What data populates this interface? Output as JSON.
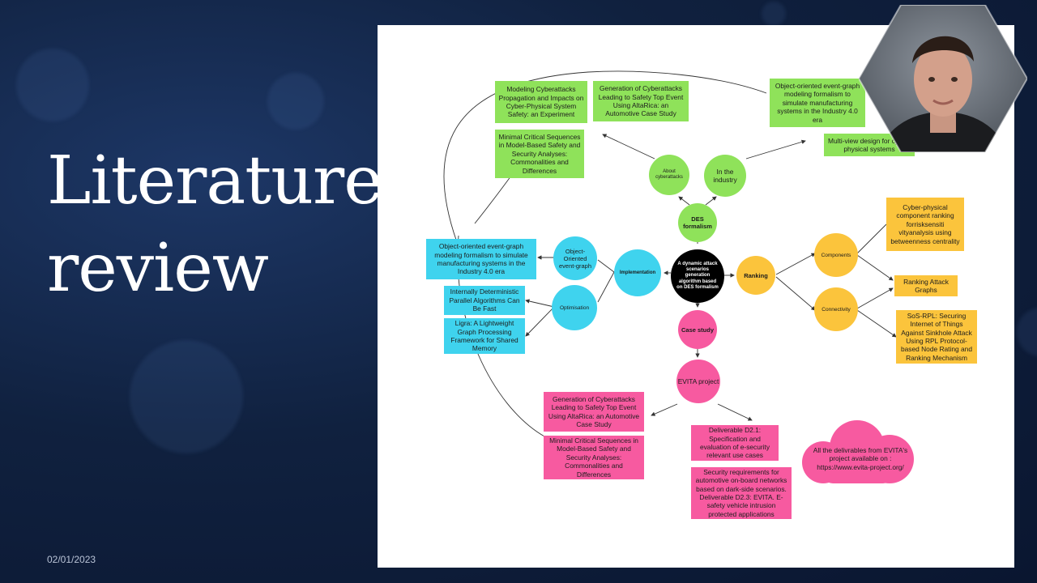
{
  "slide": {
    "title_line1": "Literature",
    "title_line2": "review",
    "date": "02/01/2023"
  },
  "colors": {
    "background": "#10213f",
    "green": "#8fe25a",
    "cyan": "#3fd3ee",
    "yellow": "#fbc43c",
    "pink": "#f75aa0",
    "center": "#000000"
  },
  "mindmap": {
    "center": "A dynamic attack scenarios generation algorithm based on DES formalism",
    "branches": {
      "des": {
        "label": "DES formalism",
        "about": "About cyberattacks",
        "industry": "In the industry",
        "about_boxes": [
          "Modeling Cyberattacks Propagation and Impacts on Cyber-Physical System Safety: an Experiment",
          "Generation of Cyberattacks Leading to Safety Top Event Using AltaRica: an Automotive Case Study",
          "Minimal Critical Sequences in Model-Based Safety and Security Analyses: Commonalities and Differences"
        ],
        "industry_boxes": [
          "Object-oriented event-graph modeling formalism to simulate manufacturing systems in the Industry 4.0 era",
          "Multi-view design for cyber-physical systems"
        ]
      },
      "implementation": {
        "label": "Implementation",
        "oo": "Object-Oriented event-graph",
        "opt": "Optimisation",
        "oo_box": "Object-oriented event-graph modeling formalism to simulate manufacturing systems in the Industry 4.0 era",
        "opt_boxes": [
          "Internally Deterministic Parallel Algorithms Can Be Fast",
          "Ligra: A Lightweight Graph Processing Framework for Shared Memory"
        ]
      },
      "ranking": {
        "label": "Ranking",
        "components": "Components",
        "connectivity": "Connectivity",
        "components_box": "Cyber-physical component ranking forrisksensiti vityanalysis using betweenness centrality",
        "connectivity_boxes": [
          "Ranking Attack Graphs",
          "SoS-RPL: Securing Internet of Things Against Sinkhole Attack Using RPL Protocol-based Node Rating and Ranking Mechanism"
        ]
      },
      "case": {
        "label": "Case study",
        "evita": "EVITA project",
        "left_boxes": [
          "Generation of Cyberattacks Leading to Safety Top Event Using AltaRica: an Automotive Case Study",
          "Minimal Critical Sequences in Model-Based Safety and Security Analyses: Commonalities and Differences"
        ],
        "right_boxes": [
          "Deliverable D2.1: Specification and evaluation of e-security relevant use cases",
          "Security requirements for automotive on-board networks based on dark-side scenarios. Deliverable D2.3: EVITA. E-safety vehicle intrusion protected applications"
        ],
        "cloud": "All the delivrables from EVITA's project available on : https://www.evita-project.org/"
      }
    }
  }
}
